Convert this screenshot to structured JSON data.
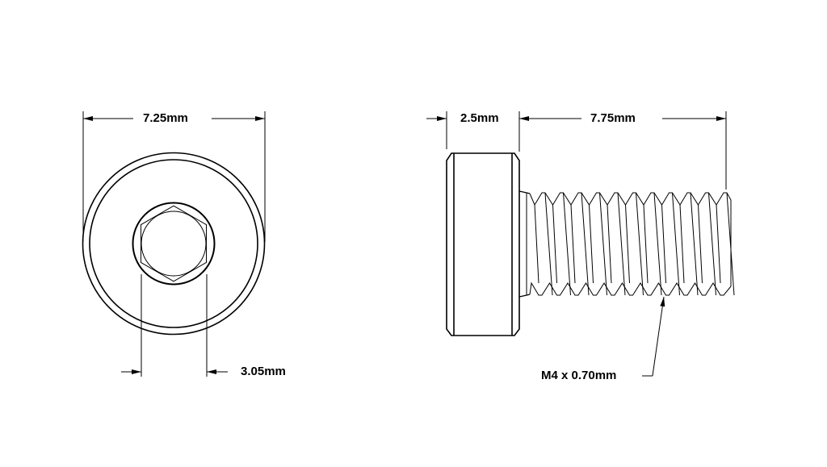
{
  "dimensions": {
    "head_diameter": "7.25mm",
    "socket_size": "3.05mm",
    "head_height": "2.5mm",
    "thread_length": "7.75mm",
    "thread_spec": "M4 x 0.70mm"
  },
  "colors": {
    "line": "#000000",
    "background": "#ffffff"
  }
}
